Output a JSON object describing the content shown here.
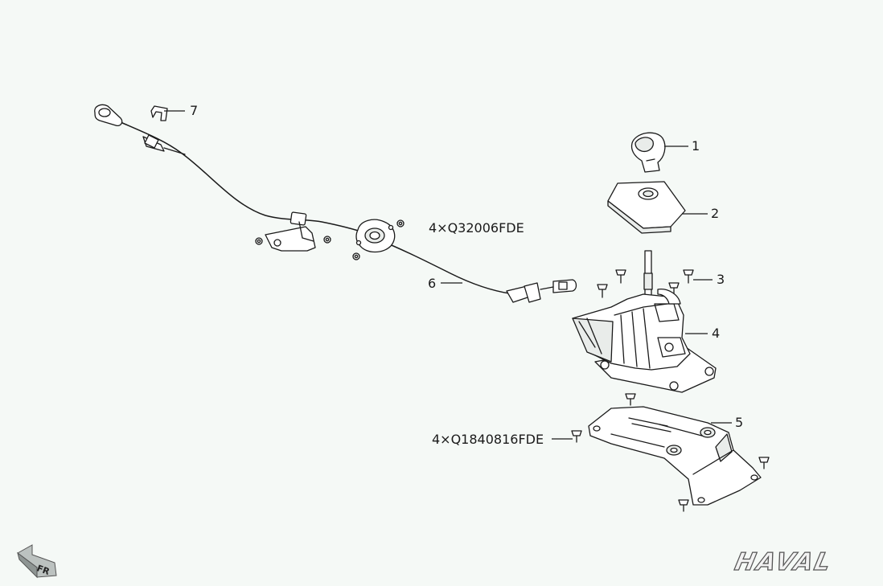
{
  "callouts": {
    "c1": "1",
    "c2": "2",
    "c3": "3",
    "c4": "4",
    "c5": "5",
    "c6": "6",
    "c7": "7",
    "fastener_nut": "4×Q32006FDE",
    "fastener_bolt": "4×Q1840816FDE"
  },
  "orientation_badge": "FR",
  "brand_logo": "HAVAL",
  "icons": {
    "orientation": "front-arrow-icon",
    "logo": "haval-logo"
  }
}
